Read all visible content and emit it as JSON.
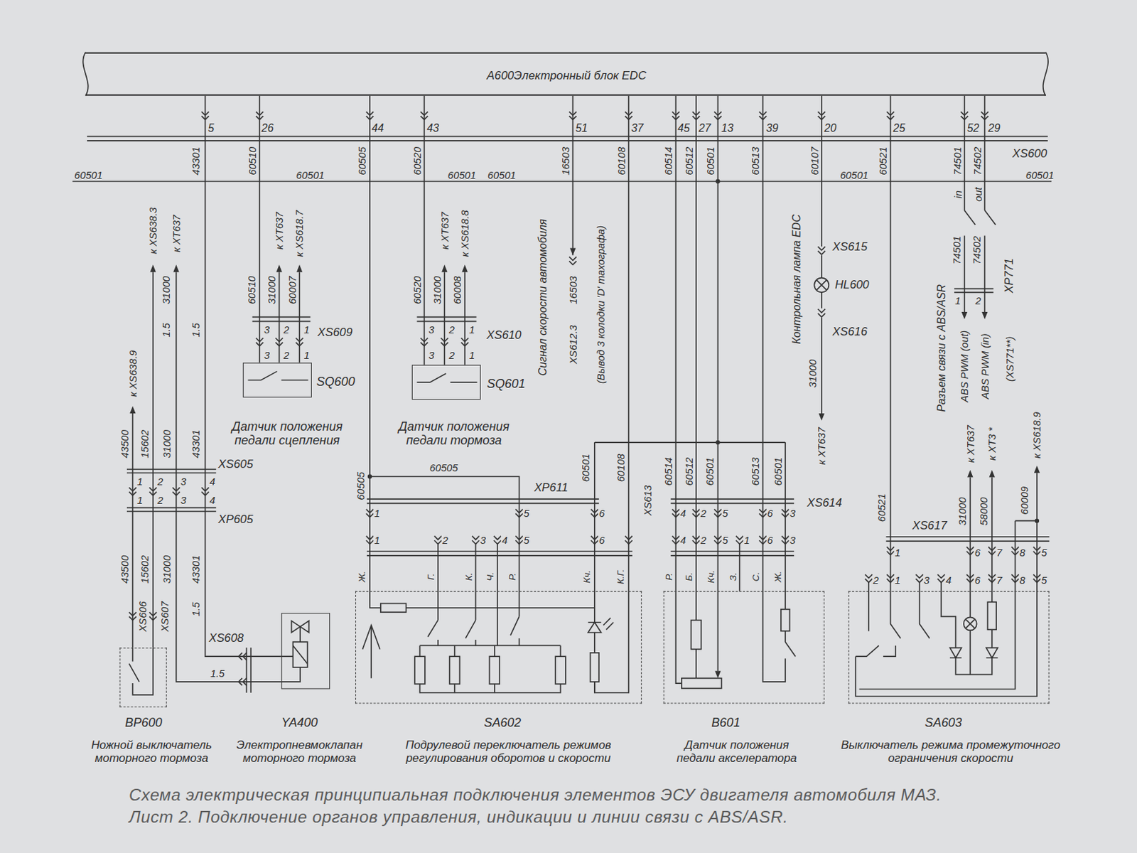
{
  "diagram": {
    "caption": "Схема электрическая принципиальная подключения элементов ЭСУ двигателя автомобиля МАЗ. Лист 2. Подключение органов управления, индикации и линии связи с ABS/ASR.",
    "nodes": [
      {
        "text": [
          "A600",
          "Электронный блок EDC"
        ]
      },
      {
        "text": [
          "SQ600",
          "Датчик положения педали сцепления"
        ]
      },
      {
        "text": [
          "SQ601",
          "Датчик положения педали тормоза"
        ]
      },
      {
        "text": [
          "BP600",
          "Ножной выключатель моторного тормоза"
        ]
      },
      {
        "text": [
          "YA400",
          "Электропневмоклапан моторного тормоза"
        ]
      },
      {
        "text": [
          "SA602",
          "Подрулевой переключатель режимов регулирования оборотов и скорости"
        ]
      },
      {
        "text": [
          "B601",
          "Датчик положения педали акселератора"
        ]
      },
      {
        "text": [
          "SA603",
          "Выключатель режима промежуточного ограничения скорости"
        ]
      }
    ],
    "edges": [
      {
        "from": 0,
        "to": 4,
        "arrow": "none"
      },
      {
        "from": 0,
        "to": 1,
        "arrow": "none"
      },
      {
        "from": 0,
        "to": 5,
        "arrow": "none"
      },
      {
        "from": 0,
        "to": 2,
        "arrow": "none"
      },
      {
        "from": 0,
        "to": 6,
        "arrow": "none"
      },
      {
        "from": 0,
        "to": 7,
        "arrow": "none"
      }
    ],
    "labels": [
      "5",
      "26",
      "44",
      "43",
      "51",
      "37",
      "45",
      "27",
      "13",
      "39",
      "20",
      "25",
      "52",
      "29",
      "XS600",
      "60501",
      "43301",
      "60510",
      "60501",
      "60505",
      "60520",
      "60501",
      "60501",
      "16503",
      "60108",
      "60514",
      "60512",
      "60501",
      "60513",
      "60107",
      "60501",
      "60521",
      "74501",
      "74502",
      "60501",
      "к XS638.3",
      "к XT637",
      "31000",
      "1.5",
      "1.5",
      "к XS638.9",
      "43500",
      "15602",
      "31000",
      "43301",
      "XS605",
      "1",
      "2",
      "3",
      "4",
      "XP605",
      "1",
      "2",
      "3",
      "4",
      "43500",
      "15602",
      "31000",
      "43301",
      "XS606",
      "XS607",
      "1.5",
      "XS608",
      "1.5",
      "к XT637",
      "к XS618.7",
      "60510",
      "31000",
      "60007",
      "3",
      "2",
      "1",
      "XS609",
      "3",
      "2",
      "1",
      "к XT637",
      "к XS618.8",
      "60520",
      "31000",
      "60008",
      "3",
      "2",
      "1",
      "XS610",
      "3",
      "2",
      "1",
      "Сигнал скорости автомобиля",
      "16503",
      "XS612.3",
      "(Вывод 3 колодки 'D' тахографа)",
      "60505",
      "XP611",
      "60505",
      "60501",
      "60108",
      "XS613",
      "1",
      "5",
      "6",
      "1",
      "2",
      "3",
      "4",
      "5",
      "6",
      "Ж.",
      "Г.",
      "К.",
      "Ч.",
      "Р.",
      "Кч.",
      "К.Г.",
      "60514",
      "60512",
      "60501",
      "60513",
      "60501",
      "XS614",
      "4",
      "2",
      "5",
      "6",
      "3",
      "4",
      "2",
      "5",
      "1",
      "6",
      "3",
      "Р.",
      "Б.",
      "Кч.",
      "З.",
      "С.",
      "Ж.",
      "Контрольная лампа EDC",
      "XS615",
      "HL600",
      "XS616",
      "31000",
      "к XT637",
      "in",
      "out",
      "74501",
      "74502",
      "XP771",
      "1",
      "2",
      "Разъем связи с ABS/ASR",
      "ABS PWM (out)",
      "ABS PWM (in)",
      "(XS771**)",
      "к XT637",
      "к XT3 *",
      "к XS618.9",
      "31000",
      "58000",
      "60009",
      "60521",
      "XS617",
      "1",
      "6",
      "7",
      "8",
      "5",
      "2",
      "1",
      "3",
      "4",
      "6",
      "7",
      "8",
      "5"
    ]
  }
}
